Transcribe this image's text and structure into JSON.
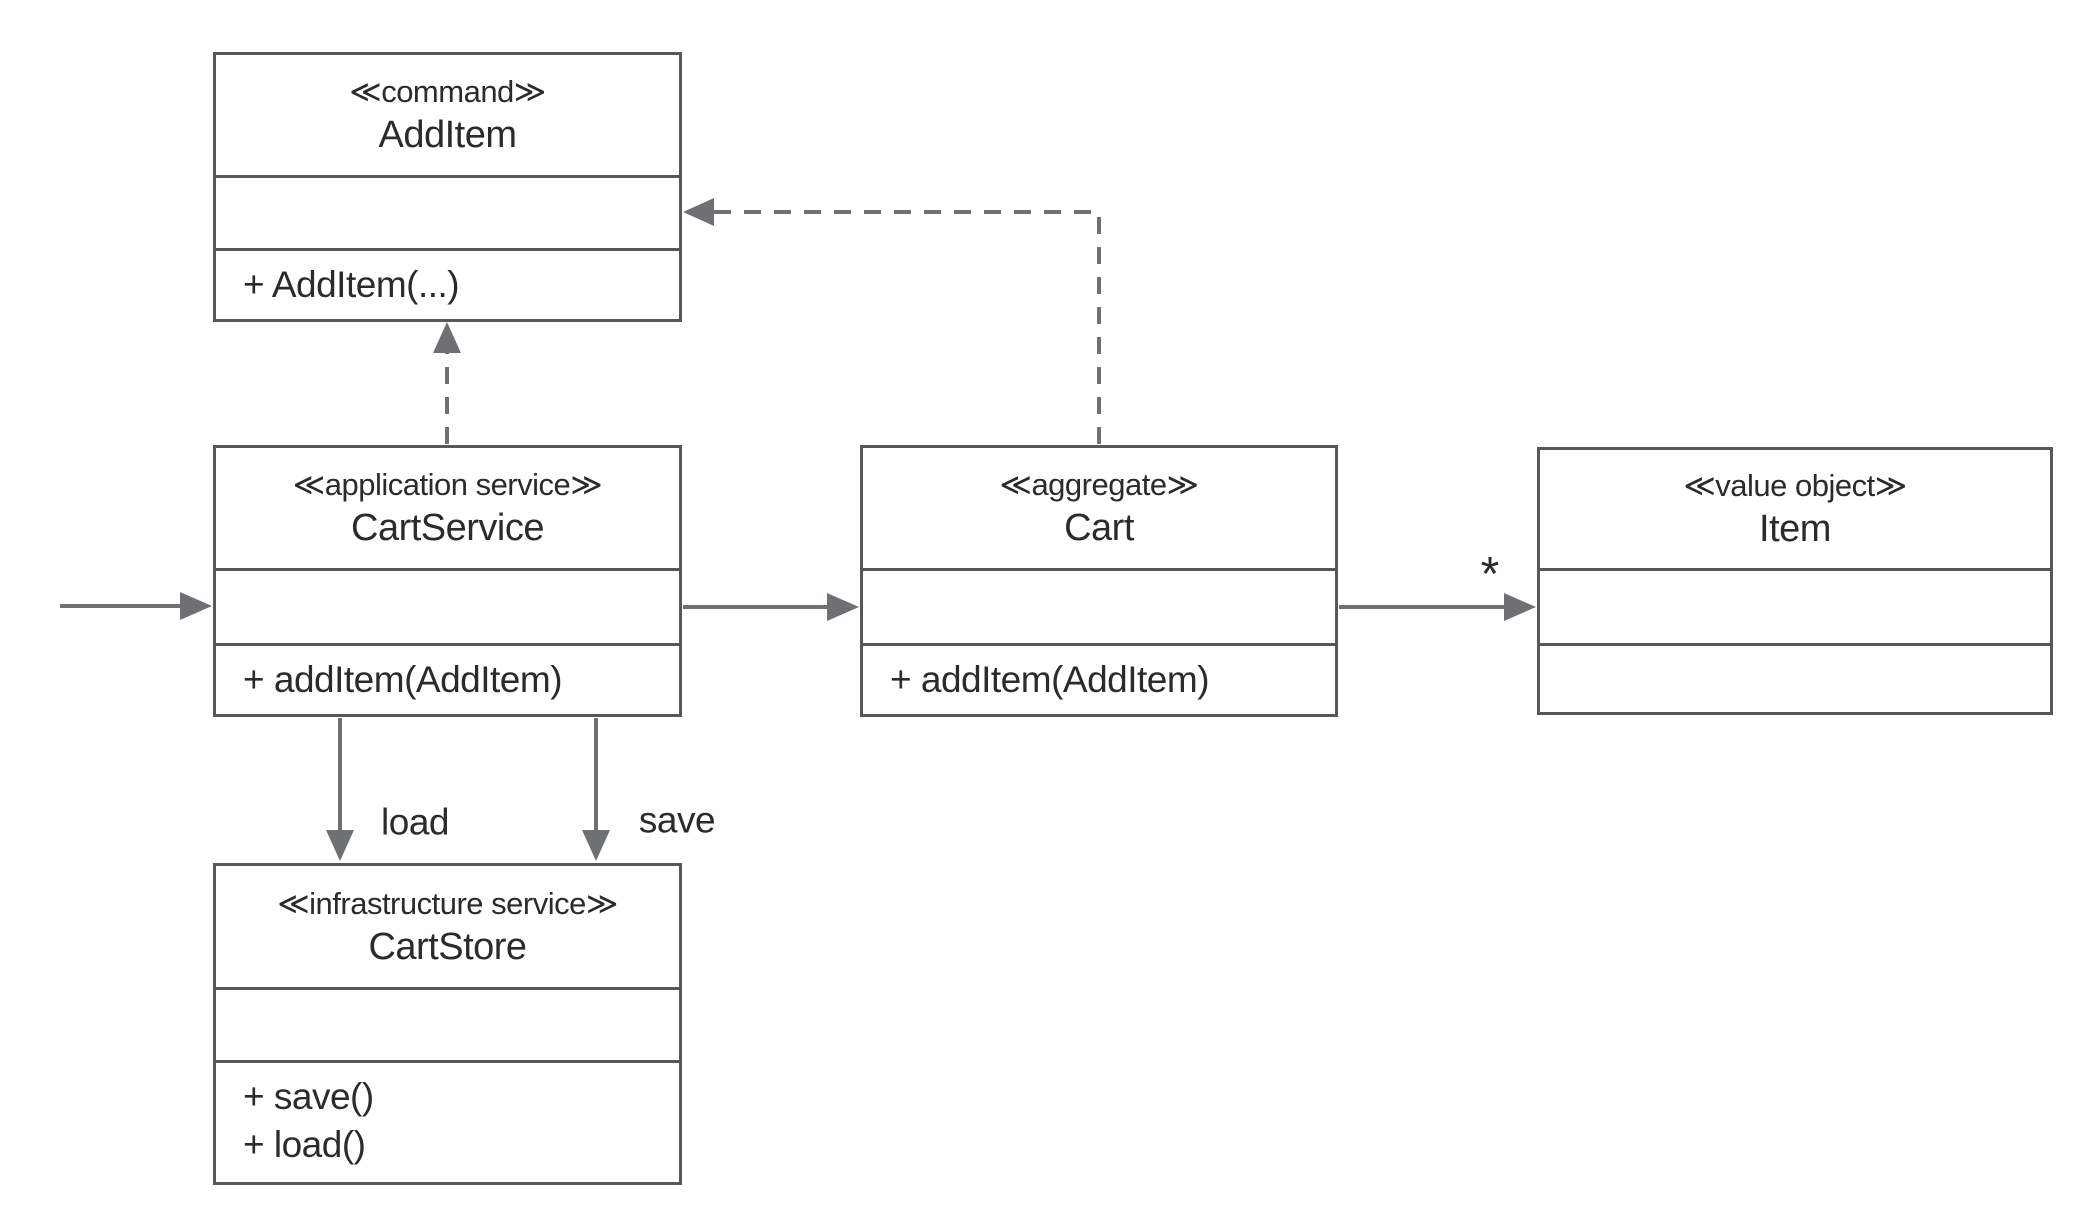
{
  "diagram": {
    "classes": {
      "add_item": {
        "stereotype": "≪command≫",
        "name": "AddItem",
        "attributes": [],
        "operations": [
          "+ AddItem(...)"
        ]
      },
      "cart_service": {
        "stereotype": "≪application service≫",
        "name": "CartService",
        "attributes": [],
        "operations": [
          "+ addItem(AddItem)"
        ]
      },
      "cart": {
        "stereotype": "≪aggregate≫",
        "name": "Cart",
        "attributes": [],
        "operations": [
          "+ addItem(AddItem)"
        ]
      },
      "item": {
        "stereotype": "≪value object≫",
        "name": "Item",
        "attributes": [],
        "operations": []
      },
      "cart_store": {
        "stereotype": "≪infrastructure service≫",
        "name": "CartStore",
        "attributes": [],
        "operations": [
          "+ save()",
          "+ load()"
        ]
      }
    },
    "edge_labels": {
      "load": "load",
      "save": "save",
      "item_multiplicity": "*"
    },
    "colors": {
      "background": "#ffffff",
      "box_border": "#56575a",
      "connector": "#6e7073",
      "text": "#2a2b2d"
    }
  }
}
